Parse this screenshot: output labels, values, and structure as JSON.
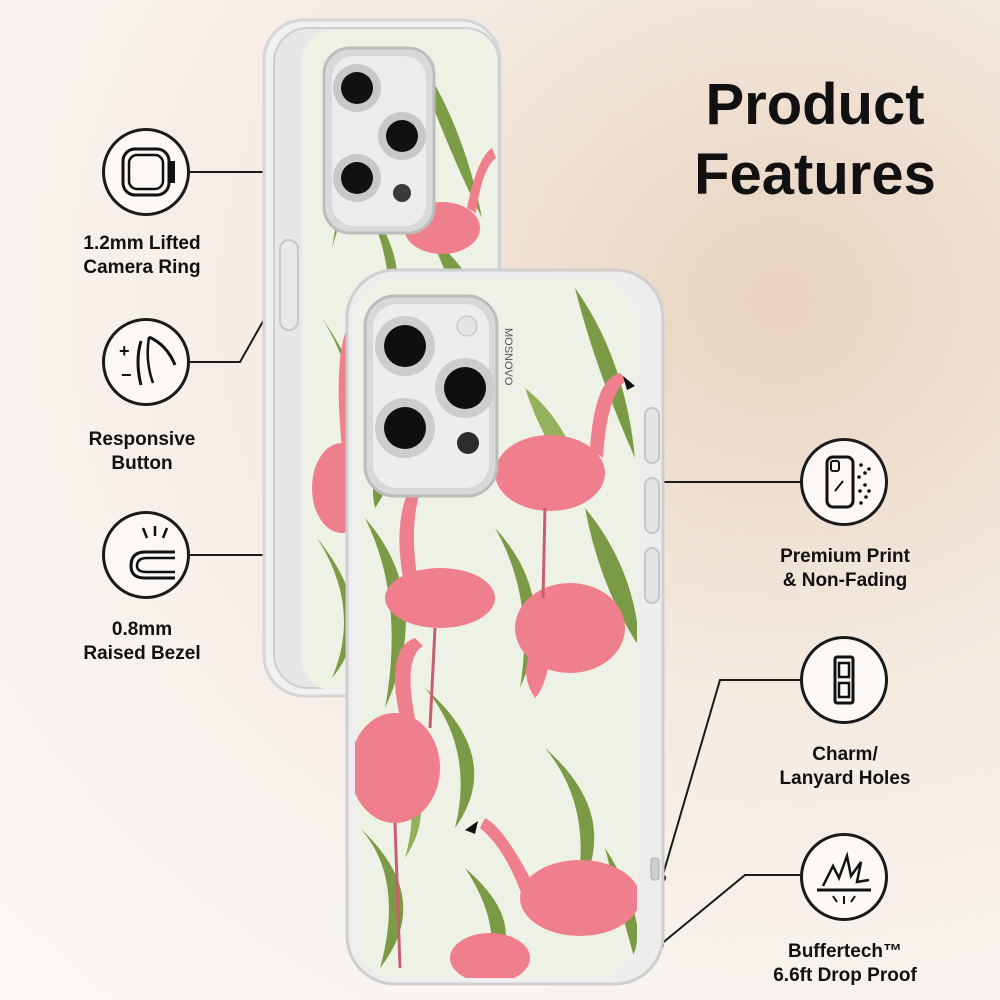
{
  "title": {
    "line1": "Product",
    "line2": "Features"
  },
  "features": [
    {
      "icon": "camera-ring-icon",
      "line1": "1.2mm Lifted",
      "line2": "Camera Ring"
    },
    {
      "icon": "responsive-button-icon",
      "line1": "Responsive",
      "line2": "Button"
    },
    {
      "icon": "raised-bezel-icon",
      "line1": "0.8mm",
      "line2": "Raised Bezel"
    },
    {
      "icon": "premium-print-icon",
      "line1": "Premium Print",
      "line2": "& Non-Fading"
    },
    {
      "icon": "lanyard-holes-icon",
      "line1": "Charm/",
      "line2": "Lanyard Holes"
    },
    {
      "icon": "drop-proof-icon",
      "line1": "Buffertech™",
      "line2": "6.6ft Drop Proof"
    }
  ],
  "brand": {
    "case_text": "MOSNOVO"
  },
  "colors": {
    "accent": "#111111",
    "flamingo": "#f07f8d",
    "leaf": "#7a9a45",
    "background": "#f6eee6"
  }
}
